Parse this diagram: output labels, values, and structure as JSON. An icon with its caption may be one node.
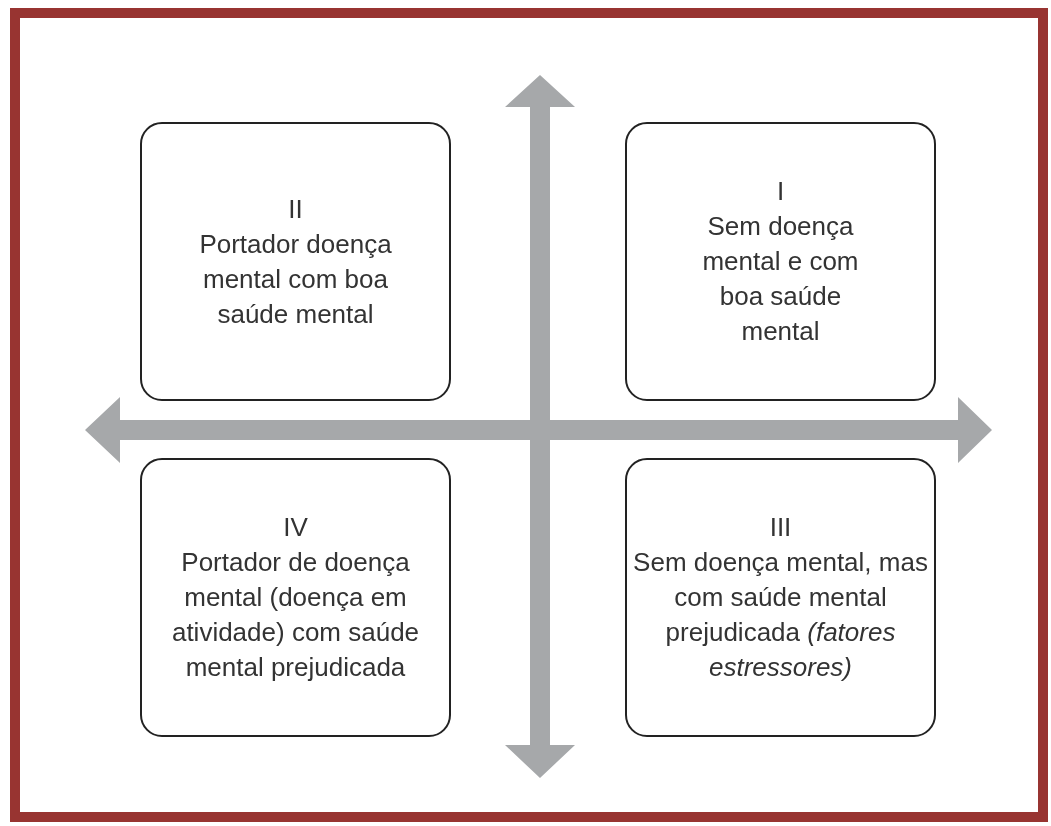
{
  "diagram": {
    "nodes": [
      {
        "text": [
          "II",
          "Portador doença mental com boa saúde mental"
        ]
      },
      {
        "text": [
          "I",
          "Sem doença mental e com boa saúde mental"
        ]
      },
      {
        "text": [
          "IV",
          "Portador de doença mental (doença em atividade) com saúde mental prejudicada"
        ]
      },
      {
        "text": [
          "III",
          "Sem doença mental, mas com saúde mental prejudicada *(fatores estressores)*"
        ]
      }
    ]
  }
}
